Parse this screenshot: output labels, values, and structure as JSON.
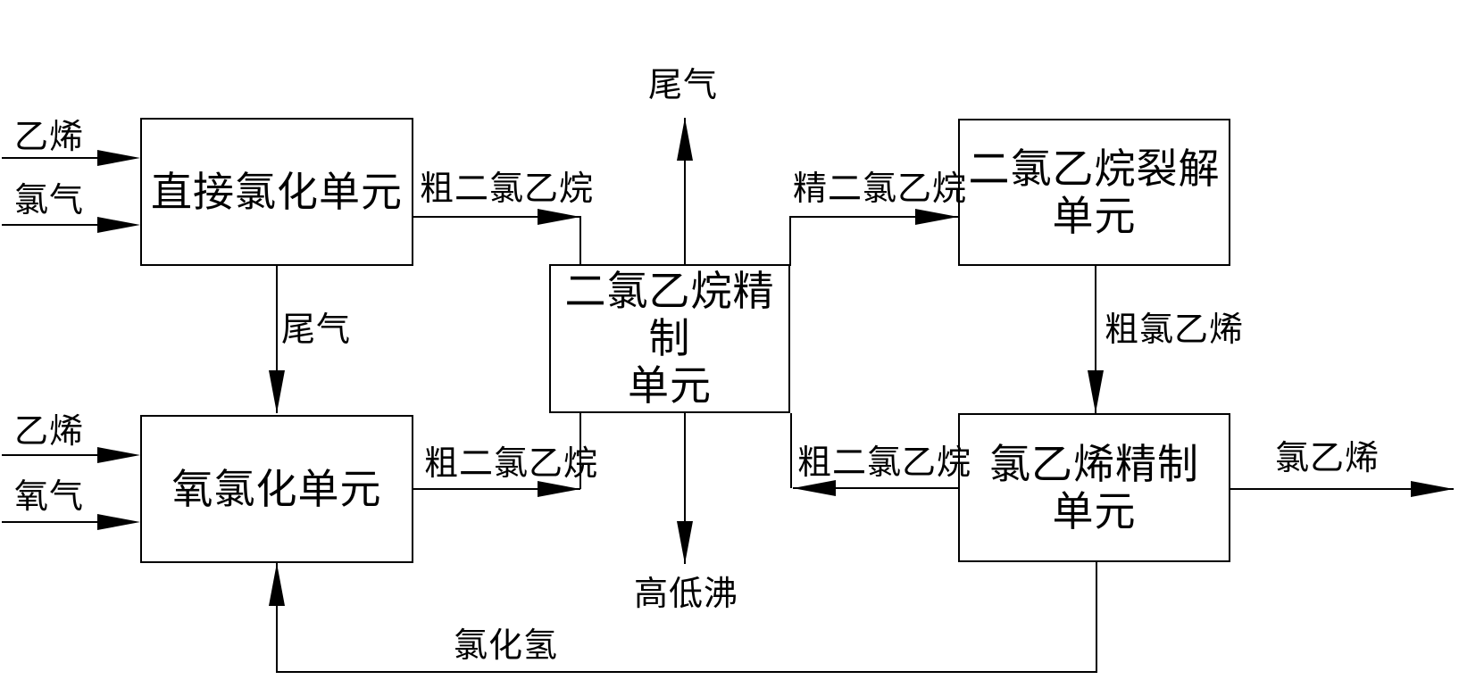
{
  "diagram": {
    "background_color": "#ffffff",
    "line_color": "#000000",
    "nodes": {
      "direct_chlorination": {
        "line1": "直接氯化单元",
        "line2": ""
      },
      "oxychlorination": {
        "line1": "氧氯化单元",
        "line2": ""
      },
      "edc_refining": {
        "line1": "二氯乙烷精制",
        "line2": "单元"
      },
      "edc_cracking": {
        "line1": "二氯乙烷裂解",
        "line2": "单元"
      },
      "vcm_refining": {
        "line1": "氯乙烯精制",
        "line2": "单元"
      }
    },
    "streams": {
      "ethylene_top": "乙烯",
      "chlorine": "氯气",
      "crude_edc_top": "粗二氯乙烷",
      "tail_gas_top": "尾气",
      "refined_edc": "精二氯乙烷",
      "tail_gas_mid": "尾气",
      "ethylene_bottom": "乙烯",
      "oxygen": "氧气",
      "crude_edc_bottom": "粗二氯乙烷",
      "crude_vcm": "粗氯乙烯",
      "crude_edc_return": "粗二氯乙烷",
      "high_low_boilers": "高低沸",
      "hydrogen_chloride": "氯化氢",
      "vcm_product": "氯乙烯"
    }
  }
}
